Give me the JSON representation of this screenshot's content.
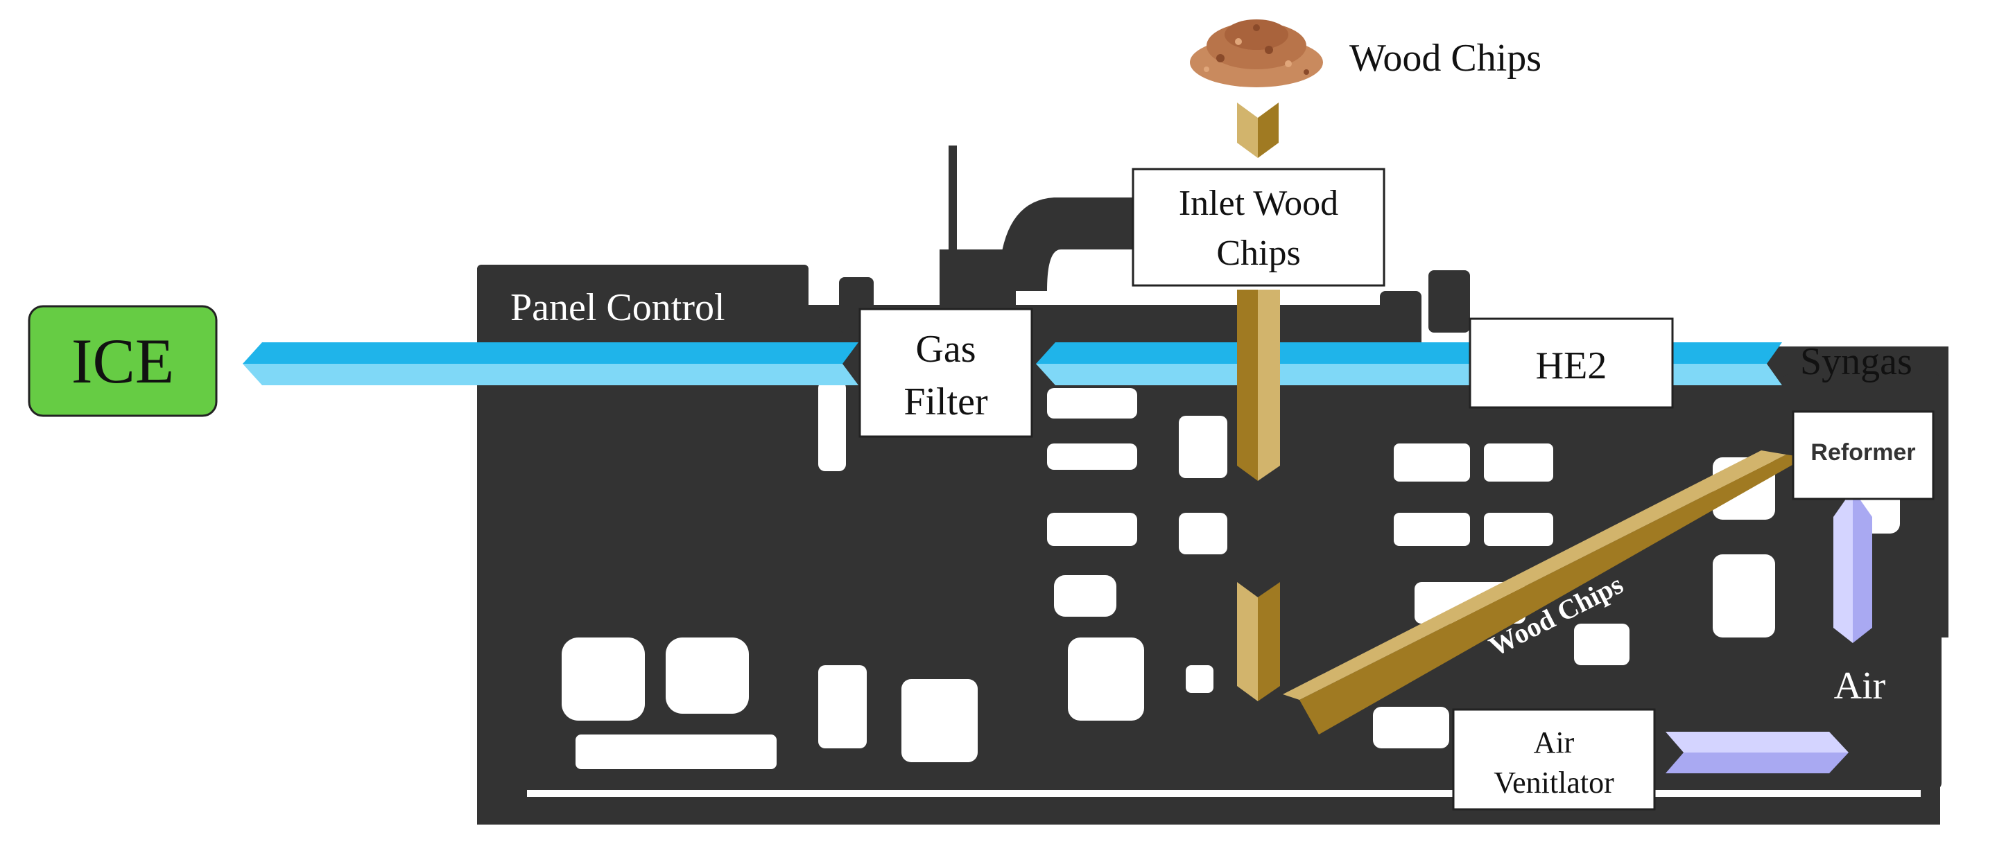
{
  "title": "",
  "colors": {
    "machine": "#333333",
    "syngas_arrow_top": "#1fb4ea",
    "syngas_arrow_bottom": "#7fd8f7",
    "wood_arrow": "#a07a22",
    "wood_arrow_light": "#d2b46c",
    "air_arrow": "#a9a9f2",
    "air_arrow_light": "#d4d4ff",
    "ice_fill": "#66cc44",
    "box_fill": "#ffffff"
  },
  "icons": {
    "wood_pile": "wood-chips-pile-icon"
  },
  "labels": {
    "wood_chips_top": "Wood Chips",
    "inlet_wood_chips": "Inlet Wood Chips",
    "inlet_line1": "Inlet Wood",
    "inlet_line2": "Chips",
    "panel_control": "Panel Control",
    "ice": "ICE",
    "gas_filter_line1": "Gas",
    "gas_filter_line2": "Filter",
    "he2": "HE2",
    "syngas": "Syngas",
    "reformer": "Reformer",
    "wood_chips_conveyor": "Wood Chips",
    "air": "Air",
    "air_ventilator_line1": "Air",
    "air_ventilator_line2": "Venitlator"
  }
}
